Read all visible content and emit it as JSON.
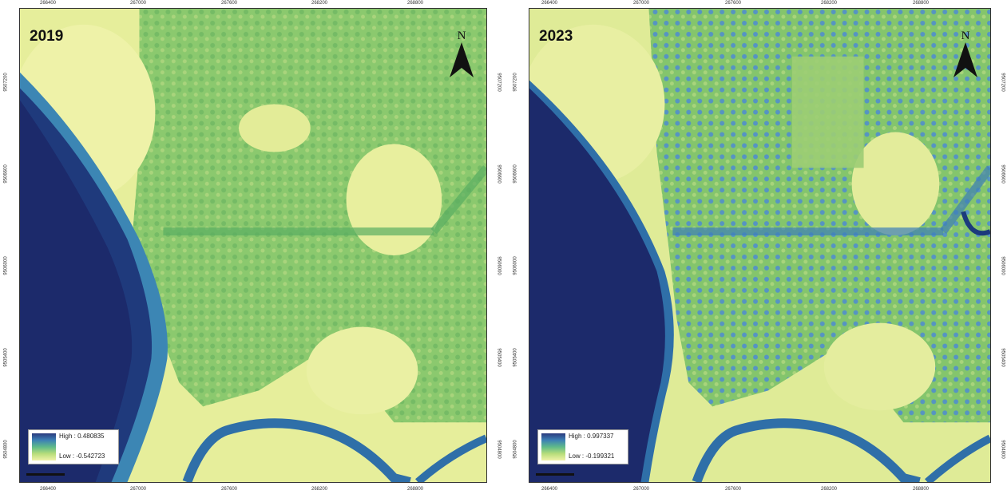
{
  "panels": [
    {
      "year": "2019",
      "north_label": "N",
      "legend": {
        "high": "High : 0.480835",
        "low": "Low : -0.542723"
      },
      "x_ticks": [
        "266400",
        "267000",
        "267600",
        "268200",
        "268800"
      ],
      "x_ticks_bottom": [
        "266400",
        "267000",
        "267600",
        "268200",
        "268800"
      ],
      "y_ticks": [
        "9507200",
        "9506600",
        "9506000",
        "9505400",
        "9504800"
      ]
    },
    {
      "year": "2023",
      "north_label": "N",
      "legend": {
        "high": "High : 0.997337",
        "low": "Low : -0.199321"
      },
      "x_ticks": [
        "266400",
        "267000",
        "267600",
        "268200",
        "268800"
      ],
      "x_ticks_bottom": [
        "266400",
        "267000",
        "267600",
        "268200",
        "268800"
      ],
      "y_ticks": [
        "9507200",
        "9506600",
        "9506000",
        "9505400",
        "9504800"
      ]
    }
  ],
  "colors": {
    "water_deep": "#1c2a6b",
    "water_edge": "#2f6fa8",
    "vegetation": "#7fc36a",
    "bare_land": "#e9ef9a",
    "dense_vegetation_2023": "#4f8fc4"
  }
}
